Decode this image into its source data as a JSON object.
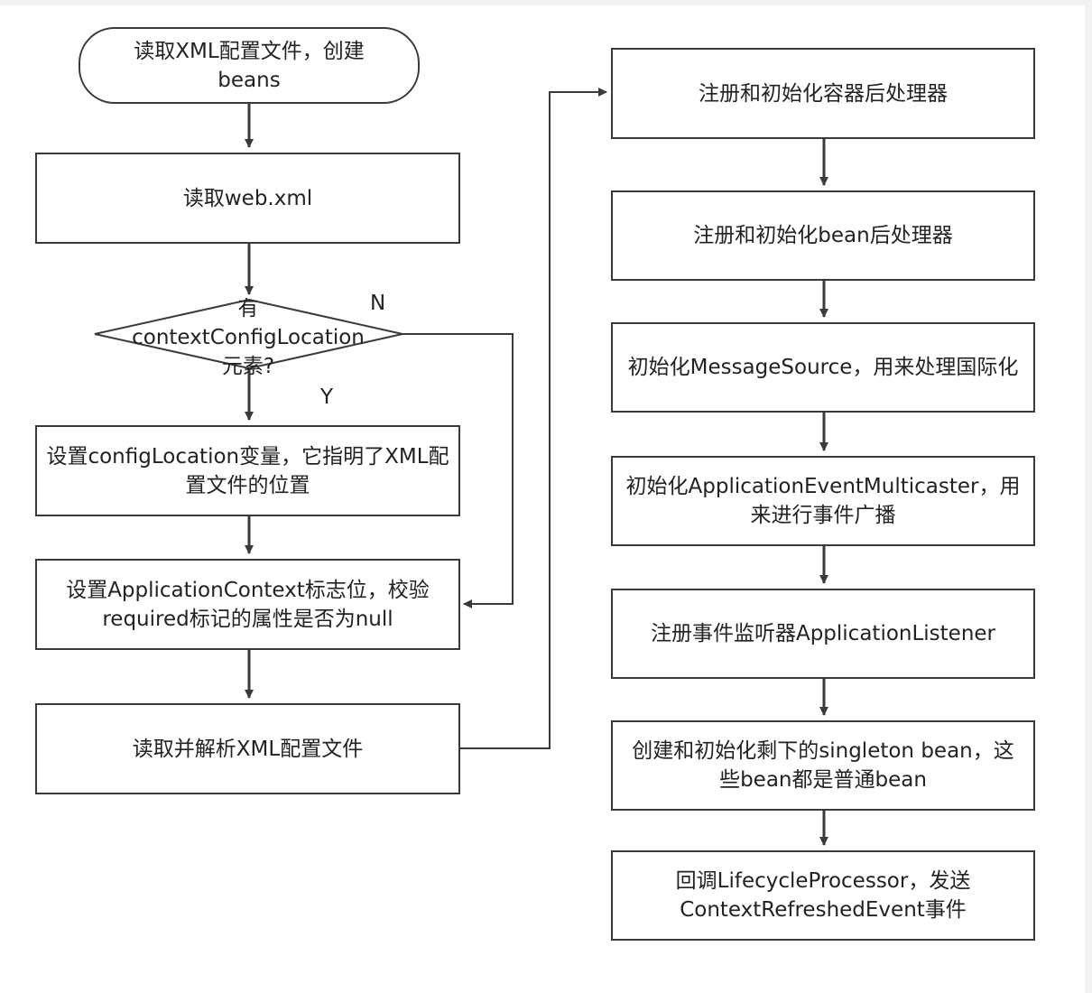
{
  "left_column": {
    "start": "读取XML配置文件，创建beans",
    "read_web_xml": "读取web.xml",
    "decision": {
      "line1": "有",
      "line2": "contextConfigLocation",
      "line3": "元素?"
    },
    "no_label": "N",
    "yes_label": "Y",
    "set_config_location": "设置configLocation变量，它指明了XML配置文件的位置",
    "set_app_context": "设置ApplicationContext标志位，校验required标记的属性是否为null",
    "parse_xml": "读取并解析XML配置文件"
  },
  "right_column": [
    "注册和初始化容器后处理器",
    "注册和初始化bean后处理器",
    "初始化MessageSource，用来处理国际化",
    "初始化ApplicationEventMulticaster，用来进行事件广播",
    "注册事件监听器ApplicationListener",
    "创建和初始化剩下的singleton bean，这些bean都是普通bean",
    "回调LifecycleProcessor，发送ContextRefreshedEvent事件"
  ],
  "colors": {
    "stroke": "#3a3a3a",
    "text": "#222222",
    "background": "#ffffff",
    "outer_background": "#f2f2f2"
  }
}
